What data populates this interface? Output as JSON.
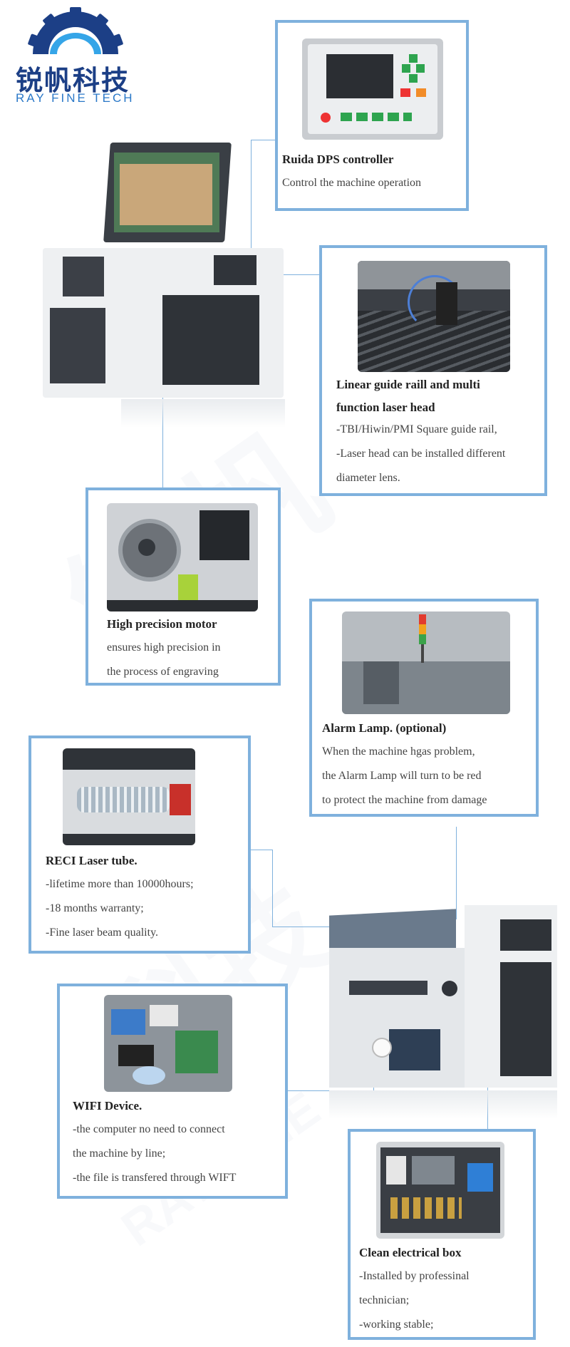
{
  "brand": {
    "name_cn": "锐帆科技",
    "name_en": "RAY FINE TECH",
    "primary_color": "#1c3f86",
    "accent_color": "#2a78c8"
  },
  "frame_color": "#7fb1dd",
  "features": {
    "controller": {
      "title": "Ruida DPS controller",
      "lines": [
        "Control the machine operation"
      ]
    },
    "guide_rail": {
      "title_lines": [
        "Linear guide raill and multi",
        "function  laser head"
      ],
      "lines": [
        "-TBI/Hiwin/PMI Square guide rail,",
        "-Laser head can be installed different",
        " diameter lens."
      ]
    },
    "motor": {
      "title": "High precision motor",
      "lines": [
        "ensures high precision in",
        "the process of engraving"
      ]
    },
    "alarm": {
      "title": "Alarm Lamp. (optional)",
      "lines": [
        "When the machine hgas problem,",
        "the Alarm Lamp will turn to be red",
        "to protect the machine from damage"
      ]
    },
    "laser_tube": {
      "title": "RECI Laser tube.",
      "lines": [
        "-lifetime more than 10000hours;",
        "-18 months warranty;",
        "-Fine laser beam quality."
      ]
    },
    "wifi": {
      "title": "WIFI Device.",
      "lines": [
        "-the computer no need to connect",
        "the machine by line;",
        "-the file is transfered through WIFT"
      ]
    },
    "electrical": {
      "title": "Clean electrical box",
      "lines": [
        "-Installed by professinal",
        " technician;",
        "-working stable;"
      ]
    }
  },
  "icons": [
    "gear-logo-icon"
  ]
}
